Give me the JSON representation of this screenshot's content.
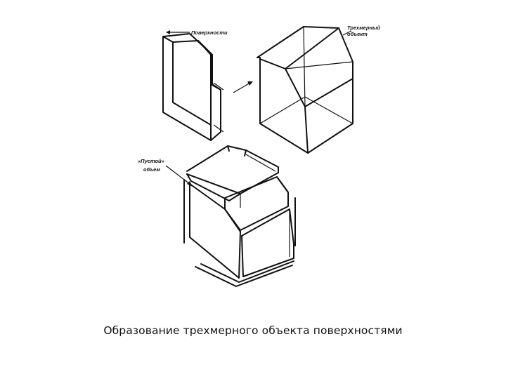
{
  "labels": {
    "surfaces": "Поверхности",
    "solid_line1": "Трехмерный",
    "solid_line2": "объект",
    "empty_line1": "«Пустой»",
    "empty_line2": "объем"
  },
  "caption": "Образование трехмерного объекта поверхностями"
}
